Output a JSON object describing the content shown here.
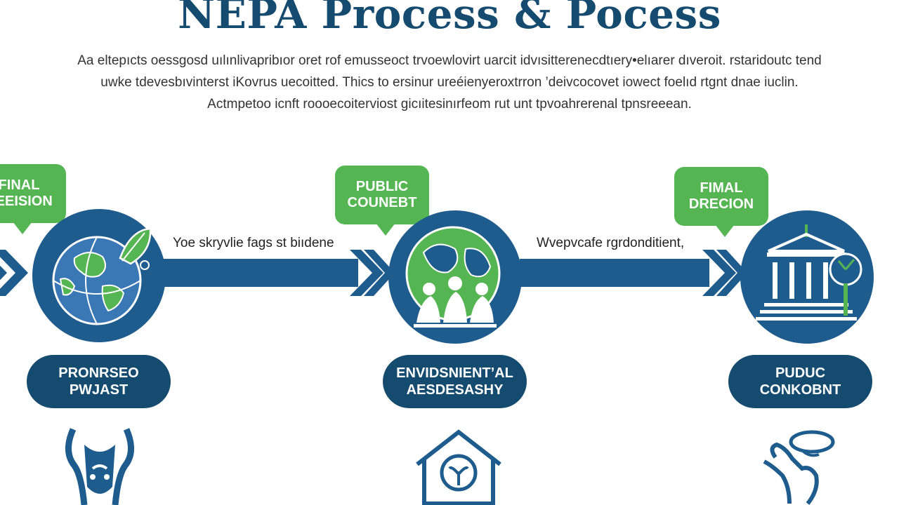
{
  "header": {
    "title": "NEPA Process & Pocess",
    "description_lines": [
      "Aа eltepıcts oessgosd uılınlivapribıor oret rof emusseoct trvoewlovirt uarcit idvısitterenecdtıery•elıarer dıveroit. rstaridoutc tend",
      "uwke tdevesbıvinterst iKovrus uecoitted. Thics to ersinur ureéienyeroxtrron ’deivcocovet iowect foelıd rtgnt dnae iuclin.",
      "Actmpetoo icnft roooecoiterviost gicıitesinırfeom rut unt tpvoahrerenal tpnsreeean."
    ]
  },
  "flow": {
    "bubbles": [
      {
        "line1": "FINAL",
        "line2": "DEEISION"
      },
      {
        "line1": "PUBLIC",
        "line2": "COUNEBT"
      },
      {
        "line1": "FIMAL",
        "line2": "DRECION"
      }
    ],
    "connectors": [
      {
        "label": "Yoe skryvlie fags st biıdene"
      },
      {
        "label": "Wvepvcafe rgrdonditient,"
      }
    ],
    "stages": [
      {
        "line1": "PRONRSEO",
        "line2": "PWJAST",
        "icon": "globe-leaf-icon"
      },
      {
        "line1": "ENVIDSNIENT’AL",
        "line2": "AESDESASHY",
        "icon": "globe-people-icon"
      },
      {
        "line1": "PUDUC",
        "line2": "CONKOBNT",
        "icon": "courthouse-tree-icon"
      }
    ],
    "bottom_icons": [
      "shield-face-icon",
      "house-seedling-icon",
      "hand-raised-icon"
    ]
  },
  "colors": {
    "primary_blue": "#1f5c8e",
    "dark_navy": "#154b6f",
    "green": "#56b553",
    "white": "#ffffff"
  }
}
